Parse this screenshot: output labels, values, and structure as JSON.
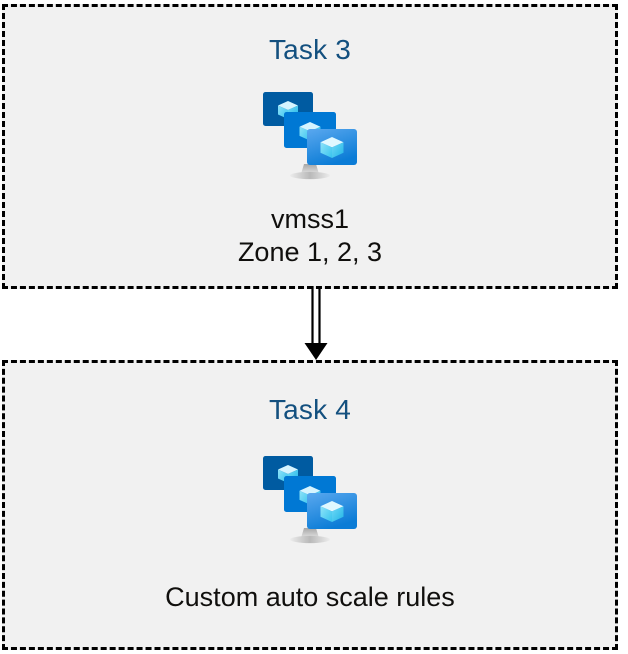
{
  "diagram": {
    "type": "flow",
    "background_color": "#ffffff",
    "box_fill_color": "#f1f1f1",
    "box_border_color": "#000000",
    "box_border_style": "dashed",
    "title_color": "#13507f",
    "caption_color": "#100f0d",
    "connector_color": "#000000"
  },
  "nodes": [
    {
      "id": "task3",
      "title": "Task 3",
      "icon": "virtual-machine-scale-set-icon",
      "caption_lines": [
        "vmss1",
        "Zone 1, 2, 3"
      ]
    },
    {
      "id": "task4",
      "title": "Task 4",
      "icon": "virtual-machine-scale-set-icon",
      "caption_lines": [
        "Custom auto scale rules"
      ]
    }
  ],
  "connector": {
    "from": "task3",
    "to": "task4",
    "style": "double-line",
    "arrowhead": "solid-triangle",
    "direction": "down"
  },
  "icon_colors": {
    "monitor_back": "#005ba1",
    "monitor_middle": "#0078d4",
    "monitor_front_top": "#50a0e8",
    "monitor_front_bottom": "#0f7fd9",
    "cube_light": "#c3f1ff",
    "cube_mid": "#7ddcf7",
    "cube_dark": "#32c4f0",
    "stand": "#b3b3b3"
  }
}
